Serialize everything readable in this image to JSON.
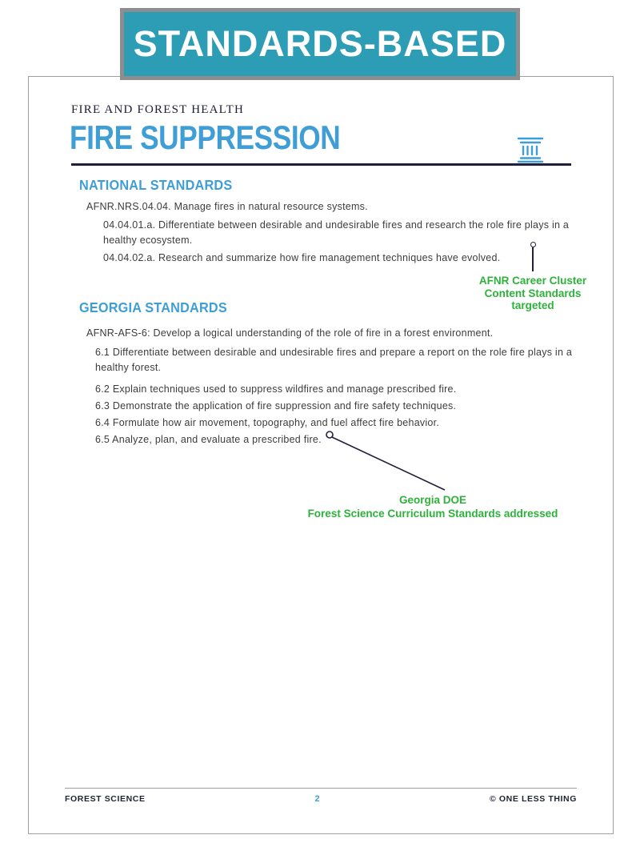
{
  "banner": {
    "title": "STANDARDS-BASED"
  },
  "page": {
    "eyebrow": "FIRE AND FOREST HEALTH",
    "title": "FIRE SUPPRESSION"
  },
  "icons": {
    "pillar": "classical-column-icon"
  },
  "national": {
    "heading": "NATIONAL STANDARDS",
    "intro": "AFNR.NRS.04.04. Manage fires in natural resource systems.",
    "items": [
      "04.04.01.a. Differentiate between desirable and undesirable fires and research the role fire plays in a healthy ecosystem.",
      "04.04.02.a. Research and summarize how fire management techniques have evolved."
    ],
    "annotation": {
      "lines": [
        "AFNR Career Cluster",
        "Content Standards",
        "targeted"
      ]
    }
  },
  "georgia": {
    "heading": "GEORGIA STANDARDS",
    "intro": "AFNR-AFS-6: Develop a logical understanding of the role of fire in a forest environment.",
    "items": [
      "6.1  Differentiate between desirable and undesirable fires and prepare a report on the role fire plays in a healthy forest.",
      "6.2  Explain techniques used to suppress wildfires and manage prescribed fire.",
      "6.3  Demonstrate the application of fire suppression and fire safety techniques.",
      "6.4  Formulate how air movement, topography, and fuel affect fire behavior.",
      "6.5  Analyze, plan, and evaluate a prescribed fire."
    ],
    "annotation": {
      "lines": [
        "Georgia DOE",
        "Forest Science Curriculum Standards addressed"
      ]
    }
  },
  "footer": {
    "left": "FOREST SCIENCE",
    "page_number": "2",
    "right": "© ONE LESS THING"
  },
  "colors": {
    "banner_teal": "#2d9cb5",
    "accent_blue": "#3f9ed6",
    "annotation_green": "#2db23a",
    "rule_dark": "#20203c",
    "body_text": "#3c3c3c"
  }
}
